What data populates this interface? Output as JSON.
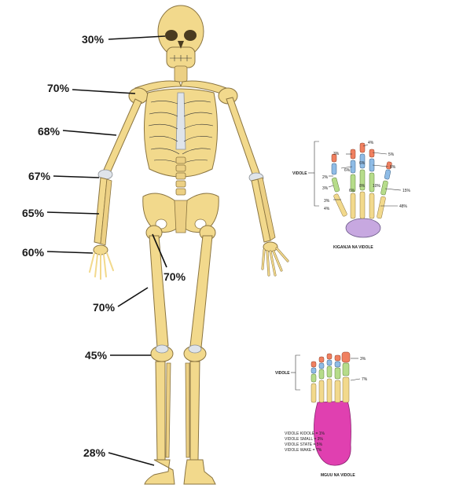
{
  "skeleton": {
    "labels": {
      "skull": "30%",
      "shoulder": "70%",
      "upper_arm": "68%",
      "elbow": "67%",
      "forearm": "65%",
      "wrist": "60%",
      "hip": "70%",
      "thigh": "70%",
      "knee": "45%",
      "ankle": "28%"
    }
  },
  "hand": {
    "bracket_label": "VIDOLE",
    "caption": "KIGANJA NA VIDOLE",
    "values": [
      "3%",
      "4%",
      "5%",
      "6%",
      "6%",
      "8%",
      "2%",
      "3%",
      "6%",
      "8%",
      "10%",
      "15%",
      "3%",
      "4%",
      "48%"
    ]
  },
  "foot": {
    "bracket_label": "VIDOLE",
    "caption": "MGUU NA VIDOLE",
    "values": [
      "3%",
      "7%"
    ],
    "legend": [
      "VIDOLE KIDOLE = 1%",
      "VIDOLE SMALL = 3%",
      "VIDOLE STATE = 5%",
      "VIDOLE WAKE = 7%"
    ]
  },
  "colors": {
    "bone": "#f2d98c",
    "hand_tip": "#f08060",
    "hand_mid": "#8fbce6",
    "hand_prox": "#b6dc8a",
    "hand_meta": "#f2d98c",
    "hand_carpal": "#c7a8e0",
    "foot_tip": "#f08060",
    "foot_mid": "#8fbce6",
    "foot_prox": "#b6dc8a",
    "foot_tarsal": "#e040b0"
  }
}
